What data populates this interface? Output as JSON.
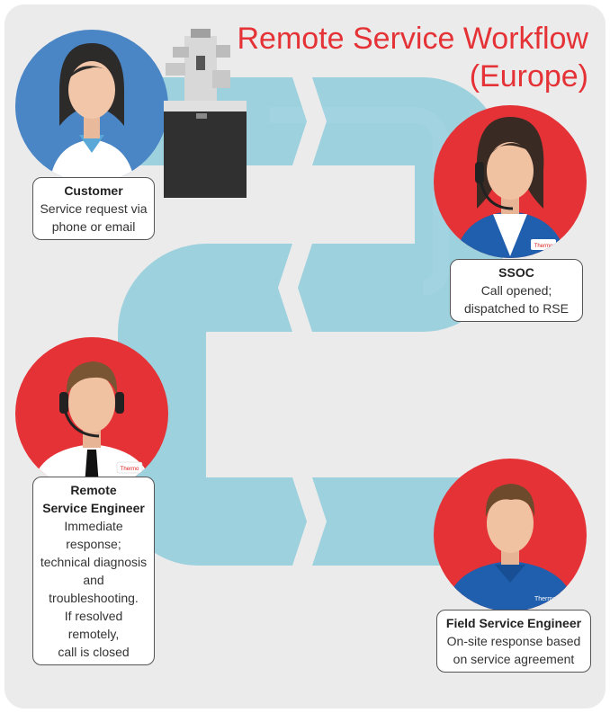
{
  "title": {
    "line1": "Remote Service Workflow",
    "line2": "(Europe)"
  },
  "colors": {
    "accent_red": "#e53236",
    "customer_blue": "#4a86c5",
    "path_blue": "#9dd1de",
    "background": "#ebebeb"
  },
  "brand_badge": "ThermoFisher",
  "steps": {
    "customer": {
      "name": "Customer",
      "lines": [
        "Service request via",
        "phone or email"
      ]
    },
    "ssoc": {
      "name": "SSOC",
      "lines": [
        "Call opened;",
        "dispatched to RSE"
      ]
    },
    "rse": {
      "name_lines": [
        "Remote",
        "Service Engineer"
      ],
      "lines": [
        "Immediate response;",
        "technical diagnosis",
        "and troubleshooting.",
        "If resolved remotely,",
        "call is closed"
      ]
    },
    "fse": {
      "name": "Field Service Engineer",
      "lines": [
        "On-site response based",
        "on service agreement"
      ]
    }
  }
}
